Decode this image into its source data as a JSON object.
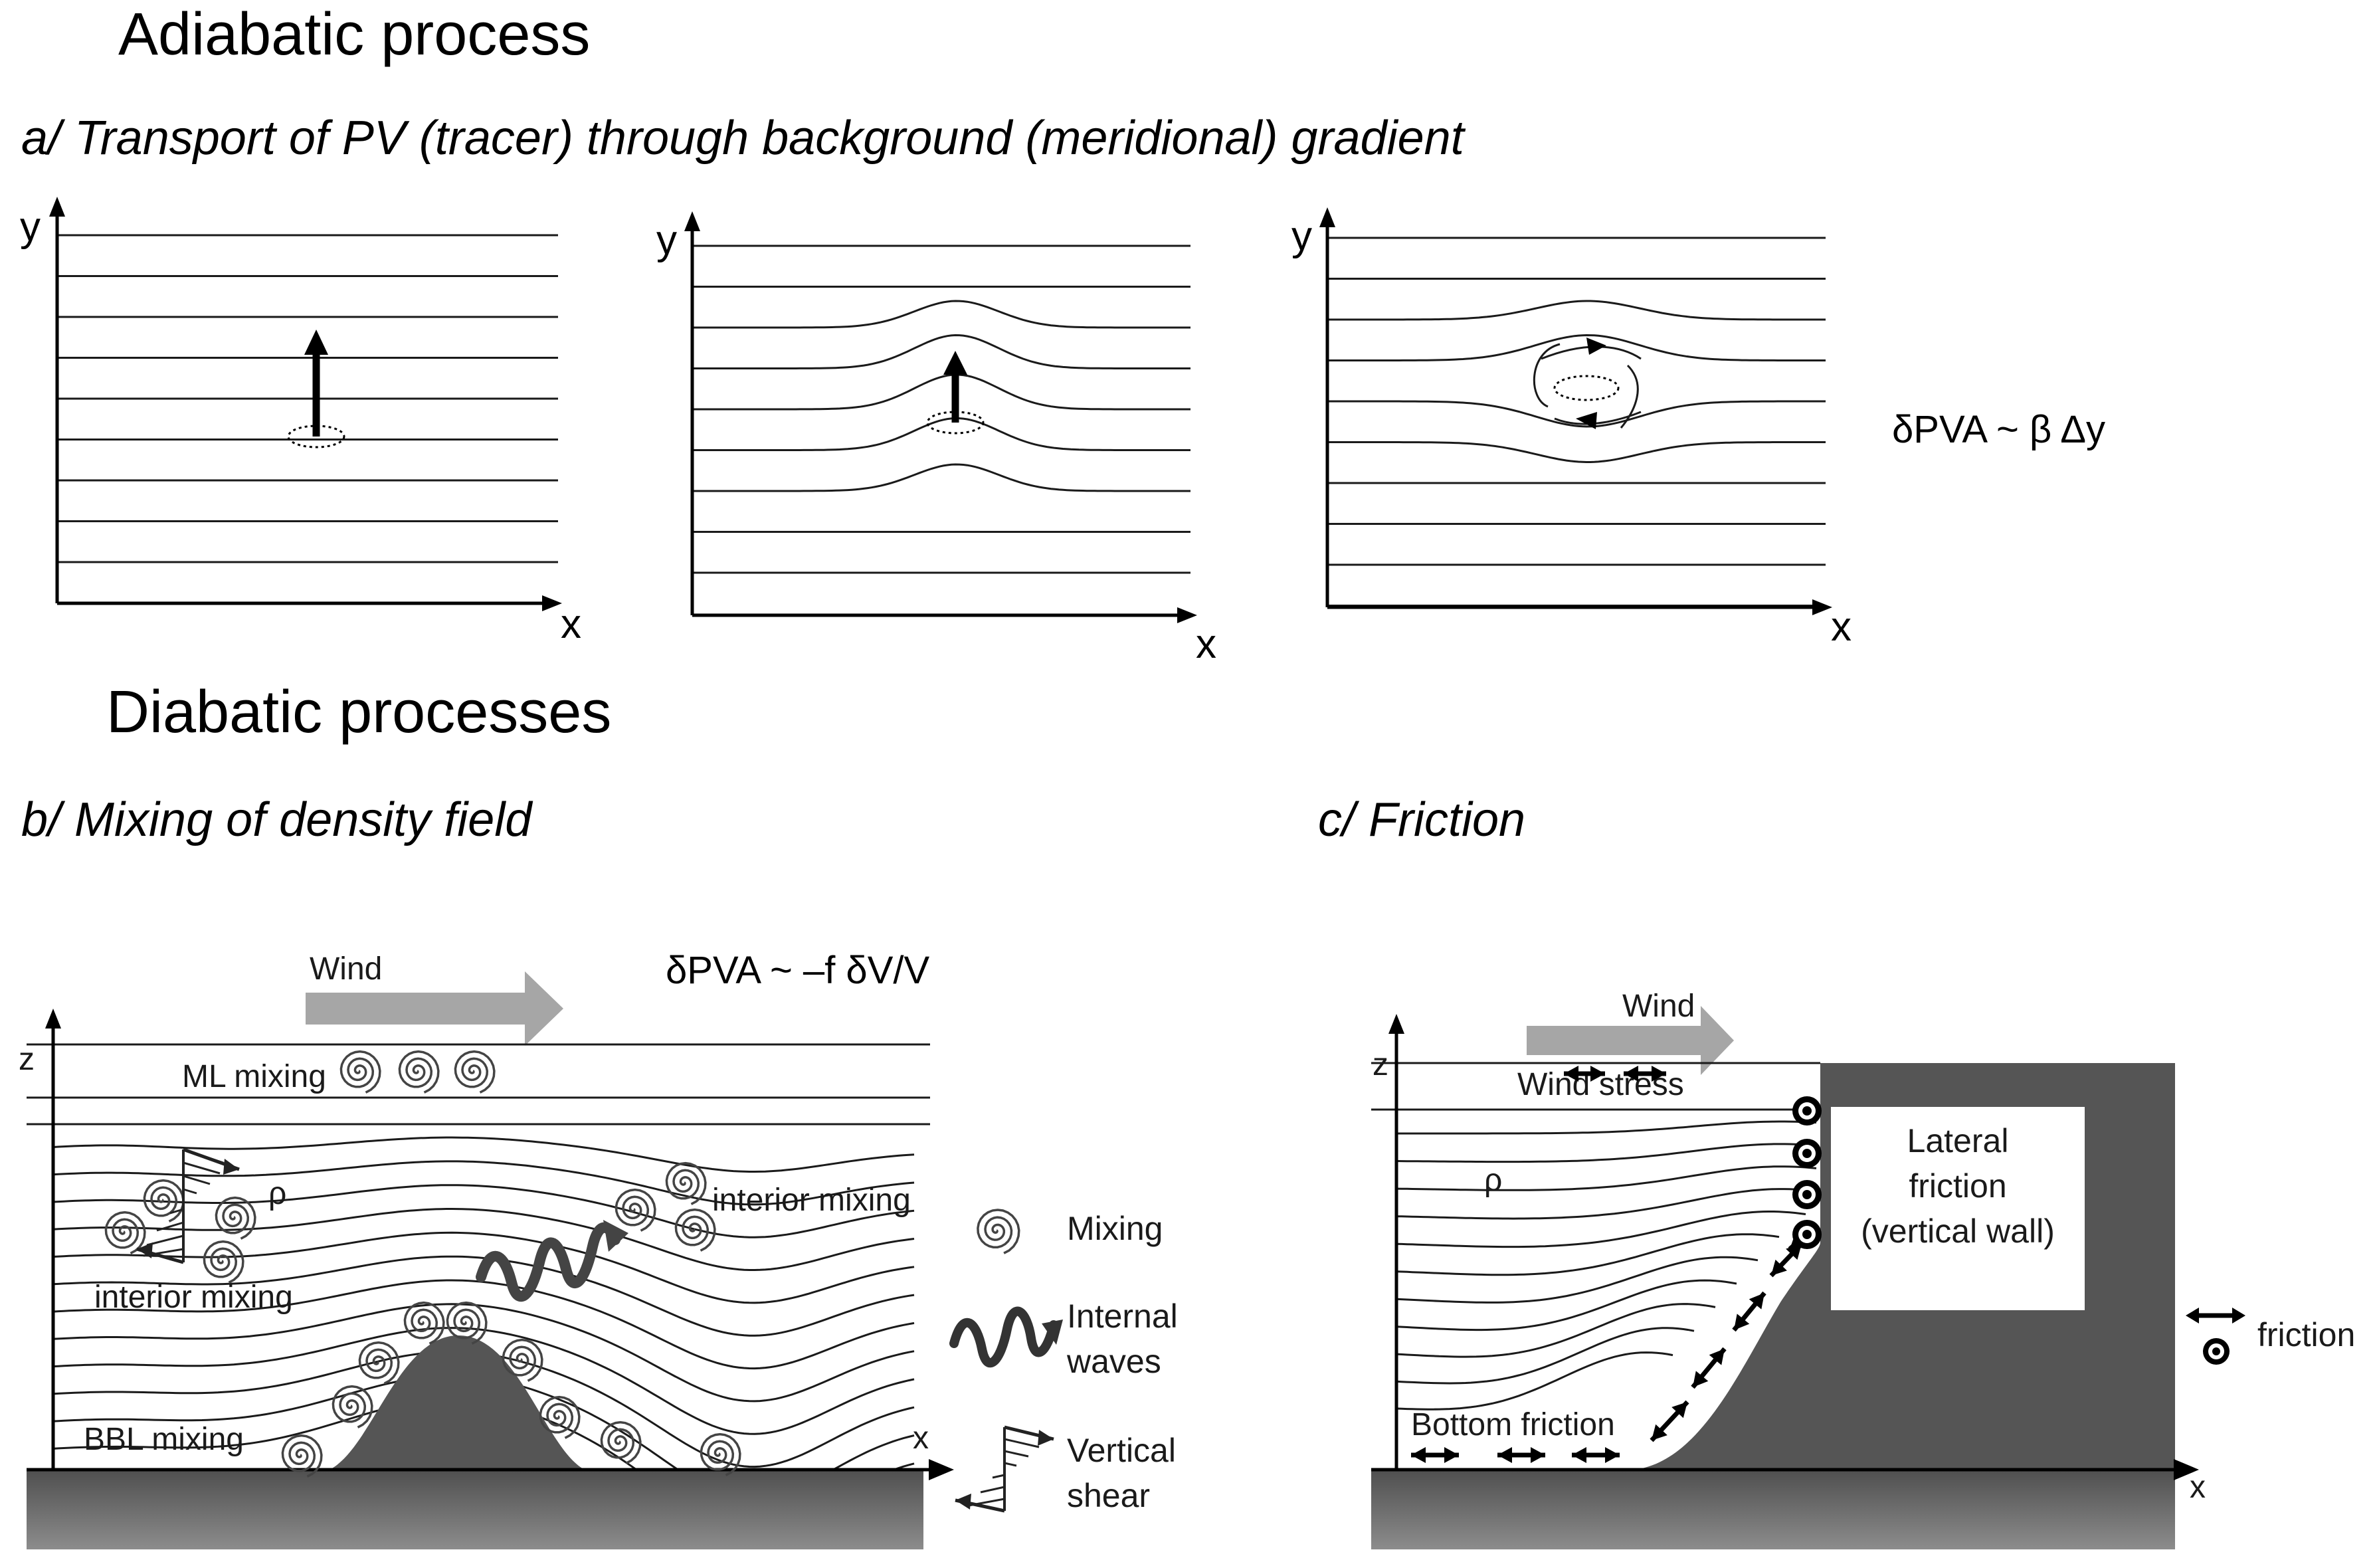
{
  "headings": {
    "adiabatic": "Adiabatic process",
    "diabatic": "Diabatic processes"
  },
  "panel_a": {
    "title": "a/ Transport of PV (tracer) through  background (meridional) gradient",
    "x_label": "x",
    "y_label": "y",
    "formula": "δPVA ~  β  Δy"
  },
  "panel_b": {
    "title": "b/ Mixing of density field",
    "formula": "δPVA ~  –f  δV/V",
    "wind_label": "Wind",
    "z_label": "z",
    "x_label": "x",
    "rho_label": "ρ",
    "ml_mixing": "ML mixing",
    "interior_mixing_left": "interior mixing",
    "interior_mixing_right": "interior mixing",
    "bbl_mixing": "BBL mixing"
  },
  "legend_b": {
    "mixing": "Mixing",
    "internal_waves_1": "Internal",
    "internal_waves_2": "waves",
    "vertical_shear_1": "Vertical",
    "vertical_shear_2": "shear"
  },
  "panel_c": {
    "title": "c/ Friction",
    "wind_label": "Wind",
    "wind_stress": "Wind stress",
    "z_label": "z",
    "x_label": "x",
    "rho_label": "ρ",
    "lateral_1": "Lateral",
    "lateral_2": "friction",
    "lateral_3": "(vertical wall)",
    "bottom_friction": "Bottom friction",
    "friction_legend": "friction"
  },
  "colors": {
    "terrain": "#555555",
    "arrow_gray": "#a6a6a6",
    "ground_top": "#4f4f4f",
    "ground_bottom": "#8c8c8c"
  }
}
